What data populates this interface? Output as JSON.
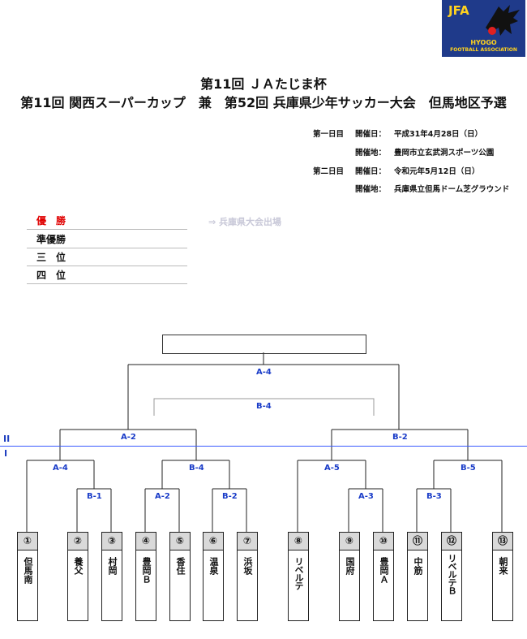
{
  "logo": {
    "abbr": "JFA",
    "line1": "HYOGO",
    "line2": "FOOTBALL ASSOCIATION"
  },
  "title": {
    "line1": "第11回 ＪＡたじま杯",
    "line2": "第11回 関西スーパーカップ　兼　第52回 兵庫県少年サッカー大会　但馬地区予選"
  },
  "schedule": [
    {
      "day": "第一日目",
      "label": "開催日：",
      "value": "平成31年4月28日（日）"
    },
    {
      "day": "",
      "label": "開催地：",
      "value": "豊岡市立玄武洞スポーツ公園"
    },
    {
      "day": "第二日目",
      "label": "開催日：",
      "value": "令和元年5月12日（日）"
    },
    {
      "day": "",
      "label": "開催地：",
      "value": "兵庫県立但馬ドーム芝グラウンド"
    }
  ],
  "results": {
    "winner_label": "優　勝",
    "runner_up_label": "準優勝",
    "third_label": "三　位",
    "fourth_label": "四　位",
    "winner_note": "⇒ 兵庫県大会出場"
  },
  "stages": {
    "upper": "II",
    "lower": "I"
  },
  "matches": {
    "final": "A-4",
    "third_place": "B-4",
    "semi_left": "A-2",
    "semi_right": "B-2",
    "q1": "A-4",
    "q2": "B-4",
    "q3": "A-5",
    "q4": "B-5",
    "r1": "B-1",
    "r2": "A-2",
    "r3": "B-2",
    "r4": "A-3",
    "r5": "B-3"
  },
  "teams": [
    {
      "num": "①",
      "name": "但馬南"
    },
    {
      "num": "②",
      "name": "養父"
    },
    {
      "num": "③",
      "name": "村岡"
    },
    {
      "num": "④",
      "name": "豊岡Ｂ"
    },
    {
      "num": "⑤",
      "name": "香住"
    },
    {
      "num": "⑥",
      "name": "温泉"
    },
    {
      "num": "⑦",
      "name": "浜坂"
    },
    {
      "num": "⑧",
      "name": "リベルテ"
    },
    {
      "num": "⑨",
      "name": "国府"
    },
    {
      "num": "⑩",
      "name": "豊岡Ａ"
    },
    {
      "num": "⑪",
      "name": "中筋"
    },
    {
      "num": "⑫",
      "name": "リベルテＢ"
    },
    {
      "num": "⑬",
      "name": "朝来"
    }
  ]
}
